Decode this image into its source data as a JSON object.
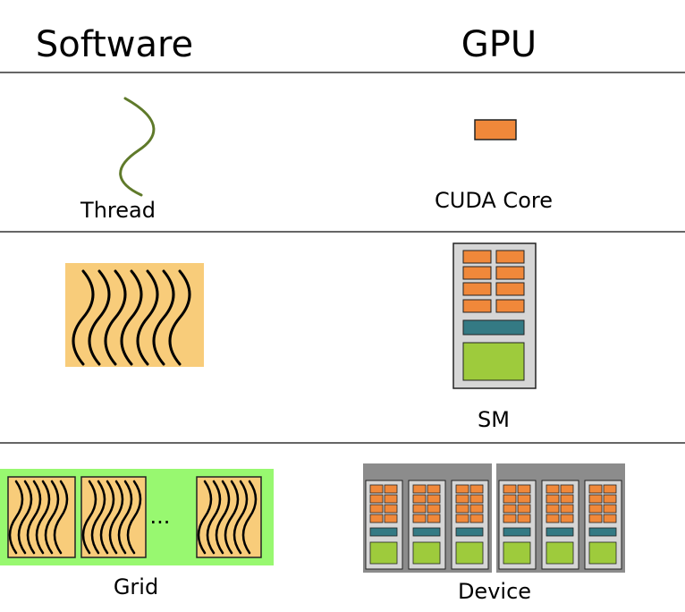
{
  "headers": {
    "software": "Software",
    "gpu": "GPU"
  },
  "labels": {
    "thread": "Thread",
    "cuda_core": "CUDA Core",
    "sm": "SM",
    "grid": "Grid",
    "ellipsis": "...",
    "device": "Device"
  },
  "colors": {
    "thread_line": "#5f7a2a",
    "block_bg": "#f8cc7a",
    "grid_bg": "#98f870",
    "core_orange": "#f0883a",
    "sm_teal": "#347a84",
    "sm_green": "#9ecb3c",
    "sm_bg": "#d6d6d6",
    "device_bg": "#8c8c8c"
  }
}
